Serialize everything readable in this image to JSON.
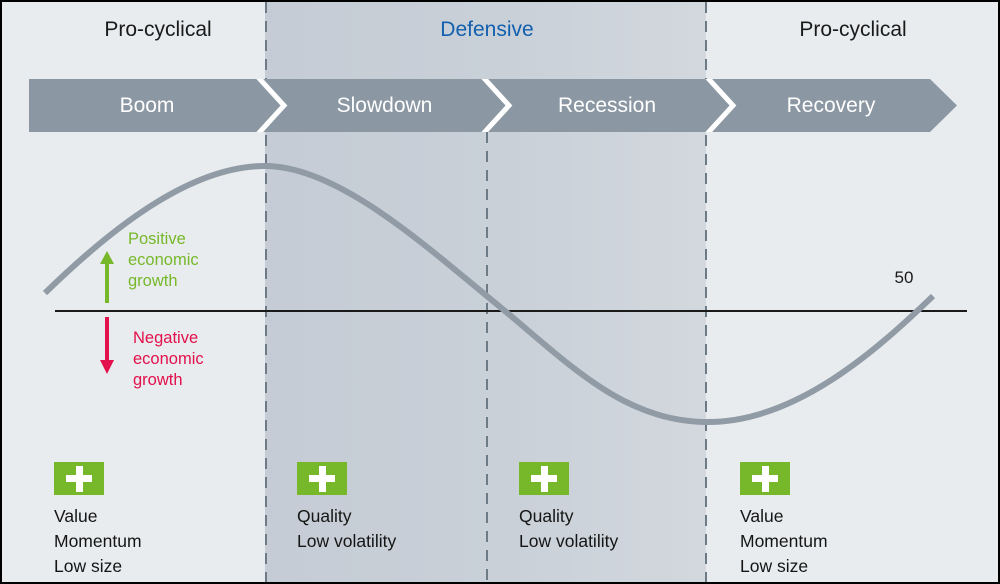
{
  "header": {
    "left": "Pro-cyclical",
    "center": "Defensive",
    "right": "Pro-cyclical"
  },
  "phases": [
    "Boom",
    "Slowdown",
    "Recession",
    "Recovery"
  ],
  "axis": {
    "threshold": "50"
  },
  "growth": {
    "positive": [
      "Positive",
      "economic",
      "growth"
    ],
    "negative": [
      "Negative",
      "economic",
      "growth"
    ]
  },
  "factors": [
    [
      "Value",
      "Momentum",
      "Low size"
    ],
    [
      "Quality",
      "Low volatility"
    ],
    [
      "Quality",
      "Low volatility"
    ],
    [
      "Value",
      "Momentum",
      "Low size"
    ]
  ],
  "icons": {
    "factor_badge": "plus",
    "positive_growth": "arrow-up",
    "negative_growth": "arrow-down"
  },
  "colors": {
    "accent_green": "#76b82a",
    "accent_red": "#e2104c",
    "defensive_blue": "#1260ae",
    "band_gray": "#8b97a2",
    "curve_gray": "#909ba6",
    "region_light": "#e9ecee",
    "region_defensive": "#c9d0d8"
  }
}
